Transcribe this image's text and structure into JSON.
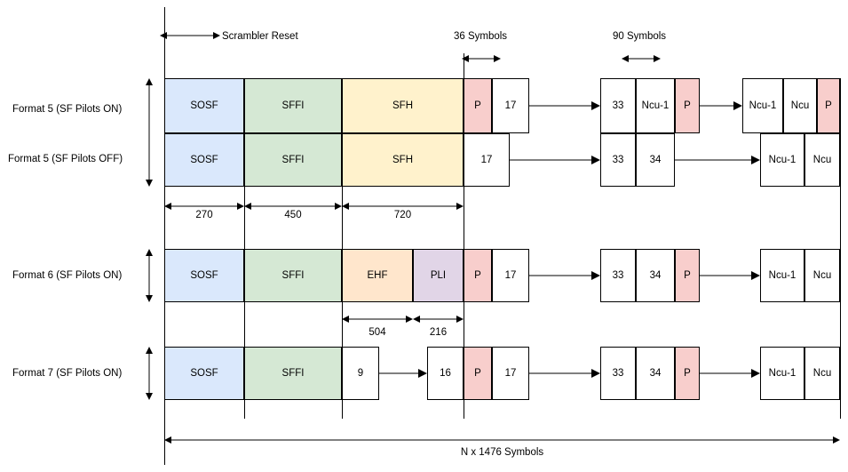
{
  "colors": {
    "sosf": "#dae8fc",
    "sffi": "#d5e8d4",
    "sfh": "#fff2cc",
    "ehf": "#ffe6cc",
    "pli": "#e1d5e7",
    "pilot": "#f8cecc",
    "white": "#ffffff",
    "stroke": "#000000"
  },
  "annotations": {
    "scrambler_reset": "Scrambler Reset",
    "symbols_36": "36 Symbols",
    "symbols_90": "90 Symbols",
    "total": "N x 1476 Symbols"
  },
  "row_labels": {
    "format5_on": "Format 5 (SF Pilots ON)",
    "format5_off": "Format 5 (SF Pilots OFF)",
    "format6_on": "Format 6 (SF Pilots ON)",
    "format7_on": "Format 7 (SF Pilots ON)"
  },
  "dims_row1": {
    "d270": "270",
    "d450": "450",
    "d720": "720"
  },
  "dims_row3": {
    "d504": "504",
    "d216": "216"
  },
  "row1": {
    "sosf": "SOSF",
    "sffi": "SFFI",
    "sfh": "SFH",
    "p1": "P",
    "n17": "17",
    "n33": "33",
    "ncu_1": "Ncu-1",
    "p2": "P",
    "ncu_1b": "Ncu-1",
    "ncu": "Ncu",
    "p3": "P"
  },
  "row2": {
    "sosf": "SOSF",
    "sffi": "SFFI",
    "sfh": "SFH",
    "n17": "17",
    "n33": "33",
    "n34": "34",
    "ncu_1": "Ncu-1",
    "ncu": "Ncu"
  },
  "row3": {
    "sosf": "SOSF",
    "sffi": "SFFI",
    "ehf": "EHF",
    "pli": "PLI",
    "p1": "P",
    "n17": "17",
    "n33": "33",
    "n34": "34",
    "p2": "P",
    "ncu_1": "Ncu-1",
    "ncu": "Ncu"
  },
  "row4": {
    "sosf": "SOSF",
    "sffi": "SFFI",
    "n9": "9",
    "n16": "16",
    "p1": "P",
    "n17": "17",
    "n33": "33",
    "n34": "34",
    "p2": "P",
    "ncu_1": "Ncu-1",
    "ncu": "Ncu"
  }
}
